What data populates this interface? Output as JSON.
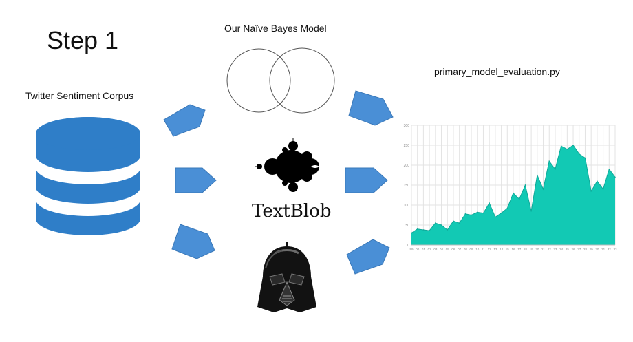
{
  "title": "Step 1",
  "source": {
    "label": "Twitter Sentiment Corpus",
    "icon": "database-icon"
  },
  "models": {
    "naive_bayes": {
      "label": "Our Naïve Bayes Model",
      "icon": "venn-diagram-icon"
    },
    "textblob": {
      "label": "TextBlob",
      "icon": "mandelbrot-icon"
    },
    "vader": {
      "icon": "darth-vader-helmet-icon"
    }
  },
  "evaluation": {
    "label": "primary_model_evaluation.py",
    "icon": "area-chart-icon"
  },
  "colors": {
    "arrow": "#4a8fd6",
    "database": "#2f7ec8",
    "chart_fill": "#12c9b4",
    "chart_grid": "#e3e3e3"
  },
  "chart_data": {
    "type": "area",
    "values": [
      30,
      40,
      38,
      36,
      55,
      50,
      38,
      60,
      55,
      78,
      75,
      82,
      80,
      105,
      70,
      80,
      92,
      130,
      115,
      150,
      85,
      175,
      140,
      210,
      190,
      248,
      240,
      250,
      228,
      218,
      135,
      160,
      140,
      190,
      170
    ],
    "ylim": [
      0,
      300
    ],
    "ytick_labels": [
      "0",
      "50",
      "100",
      "150",
      "200",
      "250",
      "300"
    ],
    "xtick_labels": [
      "99",
      "00",
      "01",
      "02",
      "03",
      "04",
      "05",
      "06",
      "07",
      "08",
      "09",
      "10",
      "11",
      "12",
      "13",
      "14",
      "15",
      "16",
      "17",
      "18",
      "19",
      "20",
      "21",
      "22",
      "23",
      "24",
      "25",
      "26",
      "27",
      "28",
      "29",
      "30",
      "31",
      "32",
      "33"
    ]
  }
}
